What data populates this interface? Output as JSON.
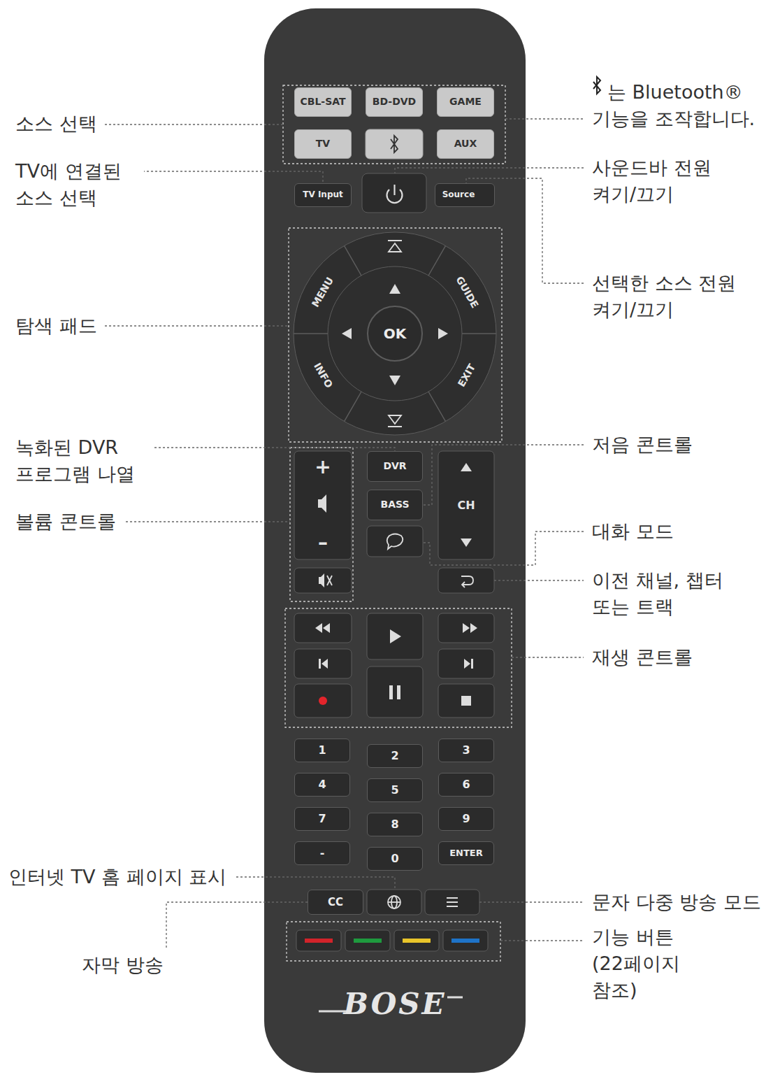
{
  "diagram": {
    "nodes": [
      {
        "text": [
          "BOSE"
        ]
      },
      {
        "text": [
          "CBL-SAT"
        ],
        "in": 0
      },
      {
        "text": [
          "BD-DVD"
        ],
        "in": 0
      },
      {
        "text": [
          "GAME"
        ],
        "in": 0
      },
      {
        "text": [
          "TV"
        ],
        "in": 0
      },
      {
        "text": [
          "AUX"
        ],
        "in": 0
      },
      {
        "text": [
          "TV Input"
        ],
        "in": 0
      },
      {
        "text": [
          "Source"
        ],
        "in": 0
      },
      {
        "text": [
          "MENU",
          "GUIDE",
          "INFO",
          "EXIT"
        ],
        "in": 0
      },
      {
        "text": [
          "OK"
        ],
        "in": 8
      },
      {
        "text": [
          "+",
          "–"
        ],
        "in": 0
      },
      {
        "text": [
          "DVR"
        ],
        "in": 0
      },
      {
        "text": [
          "BASS"
        ],
        "in": 0
      },
      {
        "text": [
          "CH"
        ],
        "in": 0
      },
      {
        "text": [
          "1"
        ],
        "in": 0
      },
      {
        "text": [
          "2"
        ],
        "in": 0
      },
      {
        "text": [
          "3"
        ],
        "in": 0
      },
      {
        "text": [
          "4"
        ],
        "in": 0
      },
      {
        "text": [
          "5"
        ],
        "in": 0
      },
      {
        "text": [
          "6"
        ],
        "in": 0
      },
      {
        "text": [
          "7"
        ],
        "in": 0
      },
      {
        "text": [
          "8"
        ],
        "in": 0
      },
      {
        "text": [
          "9"
        ],
        "in": 0
      },
      {
        "text": [
          "-"
        ],
        "in": 0
      },
      {
        "text": [
          "0"
        ],
        "in": 0
      },
      {
        "text": [
          "ENTER"
        ],
        "in": 0
      },
      {
        "text": [
          "CC"
        ],
        "in": 0
      }
    ],
    "labels": [
      "는 Bluetooth® 기능을 조작합니다.",
      "소스 선택",
      "사운드바 전원 켜기/끄기",
      "TV에 연결된 소스 선택",
      "선택한 소스 전원 켜기/끄기",
      "탐색 패드",
      "저음 콘트롤",
      "녹화된 DVR 프로그램 나열",
      "볼륨 콘트롤",
      "대화 모드",
      "이전 채널, 챕터 또는 트랙",
      "재생 콘트롤",
      "인터넷 TV 홈 페이지 표시",
      "문자 다중 방송 모드",
      "기능 버튼(22페이지 참조)",
      "자막 방송"
    ]
  }
}
